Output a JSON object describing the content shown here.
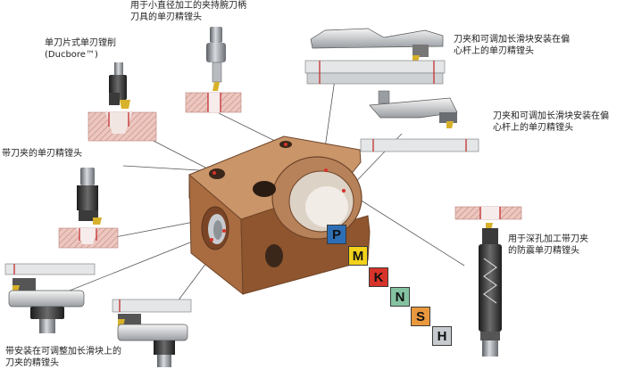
{
  "labels": {
    "top_center": [
      "用于小直径加工的夹持腕刀柄",
      "刀具的单刃精镗头"
    ],
    "top_left": [
      "单刀片式单刃镗削",
      "(Ducbore™)"
    ],
    "top_right": [
      "刀夹和可调加长滑块安装在偏",
      "心杆上的单刃精镗头"
    ],
    "mid_right": [
      "刀夹和可调加长滑块安装在偏",
      "心杆上的单刃精镗头"
    ],
    "left": [
      "带刀夹的单刃精镗头"
    ],
    "right_low": [
      "用于深孔加工带刀夹",
      "的防震单刃精镗头"
    ],
    "bottom_left": [
      "带安装在可调整加长滑块上的",
      "刀夹的精镗头"
    ]
  },
  "iso_groups": [
    {
      "letter": "P",
      "color": "#2d6fb6"
    },
    {
      "letter": "M",
      "color": "#f2d21a"
    },
    {
      "letter": "K",
      "color": "#d8332a"
    },
    {
      "letter": "N",
      "color": "#84c3a2"
    },
    {
      "letter": "S",
      "color": "#e9983e"
    },
    {
      "letter": "H",
      "color": "#c7cbd0"
    }
  ],
  "colors": {
    "block_top": "#c9946a",
    "block_front": "#a86c40",
    "block_side": "#8f5730",
    "workpiece_fill": "#e9b8b0",
    "workpiece_stripe": "#c73a3a",
    "tool_dark": "#2e2e2e",
    "tool_grey": "#8d9196"
  }
}
